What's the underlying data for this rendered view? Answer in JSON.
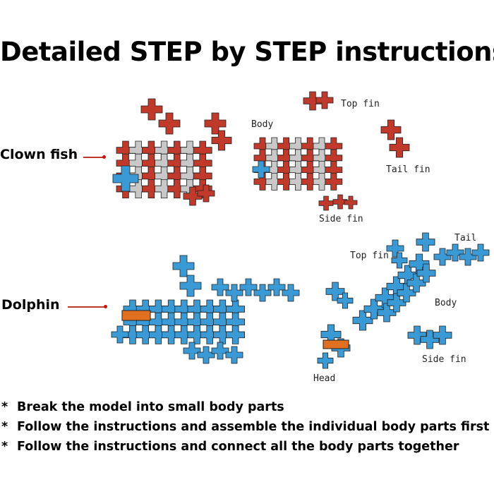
{
  "title": "Detailed STEP by STEP instructions",
  "models": [
    {
      "name": "Clown fish",
      "parts": [
        "Top fin",
        "Body",
        "Tail fin",
        "Side fin"
      ]
    },
    {
      "name": "Dolphin",
      "parts": [
        "Top fin",
        "Tail",
        "Body",
        "Side fin",
        "Head"
      ]
    }
  ],
  "bullets": [
    "Break the model into small body parts",
    "Follow the instructions and assemble the individual body parts first",
    "Follow the instructions and connect all the body parts together"
  ],
  "bullet_symbol": "*",
  "colors": {
    "red": "#c0392b",
    "grey": "#c8c8c8",
    "blue": "#3a9ad6",
    "orange": "#e07020",
    "pointer": "#d21010"
  }
}
